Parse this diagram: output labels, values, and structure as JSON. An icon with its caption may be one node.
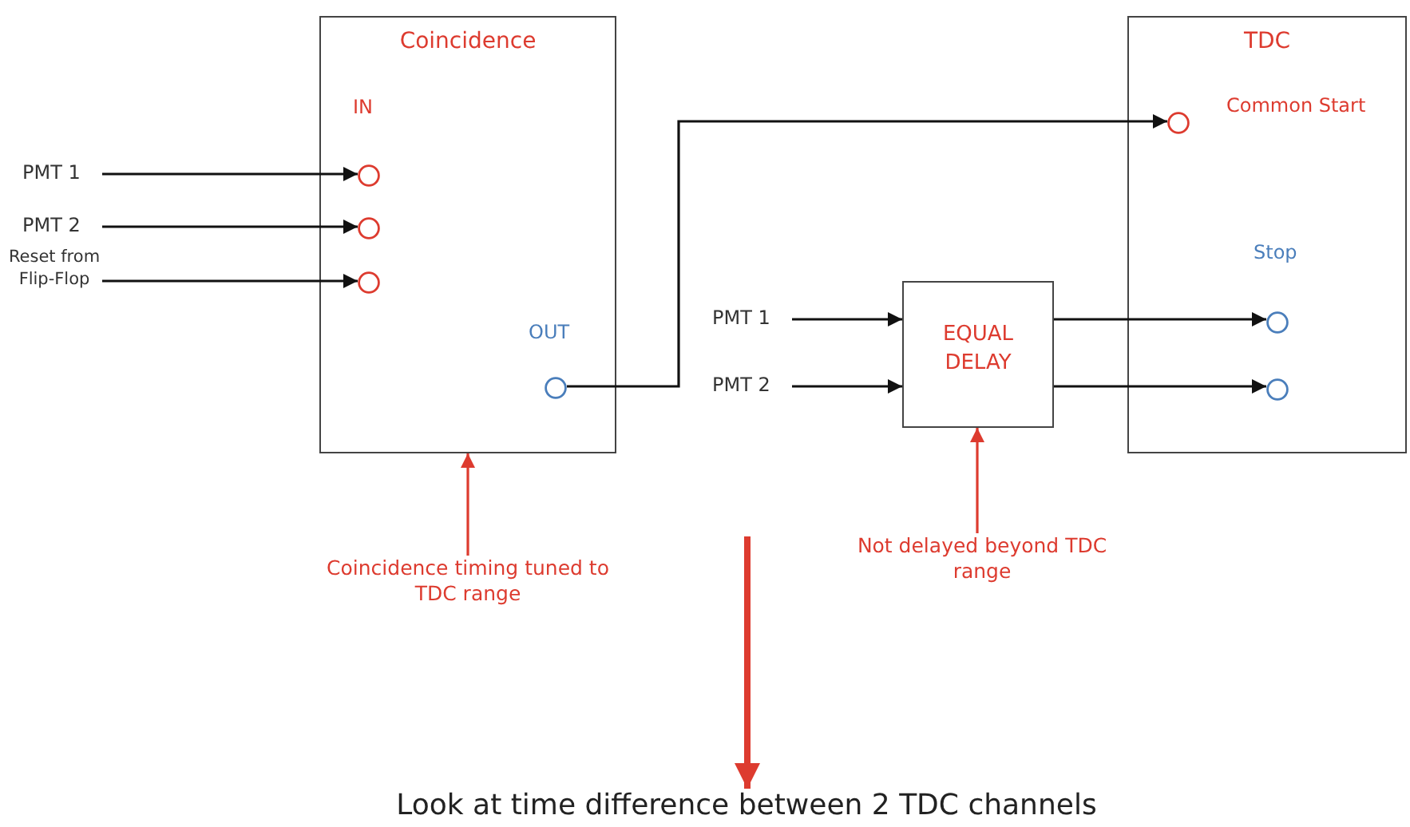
{
  "diagram": {
    "nodes": [
      {
        "text": [
          "Coincidence"
        ]
      },
      {
        "text": [],
        "shape": "circle",
        "in": 0
      },
      {
        "text": [],
        "shape": "circle",
        "in": 0
      },
      {
        "text": [],
        "shape": "circle",
        "in": 0
      },
      {
        "text": [],
        "shape": "circle",
        "in": 0
      },
      {
        "text": [
          "TDC"
        ]
      },
      {
        "text": [],
        "shape": "circle",
        "in": 5
      },
      {
        "text": [],
        "shape": "circle",
        "in": 5
      },
      {
        "text": [],
        "shape": "circle",
        "in": 5
      },
      {
        "text": [
          "EQUAL DELAY"
        ]
      },
      {
        "text": [
          "PMT 1"
        ]
      },
      {
        "text": [
          "PMT 2"
        ]
      },
      {
        "text": [
          "Reset from Flip-Flop"
        ]
      },
      {
        "text": [
          "PMT 1"
        ]
      },
      {
        "text": [
          "PMT 2"
        ]
      },
      {
        "text": [
          "Coincidence timing tuned to TDC range"
        ]
      },
      {
        "text": [
          "Not delayed beyond TDC range"
        ]
      },
      {
        "text": [
          "Look at time difference between 2 TDC channels"
        ]
      }
    ],
    "edges": [
      {
        "from": 10,
        "to": 1,
        "arrow": "to"
      },
      {
        "from": 11,
        "to": 2,
        "arrow": "to"
      },
      {
        "from": 12,
        "to": 3,
        "arrow": "to"
      },
      {
        "from": 4,
        "to": 6,
        "arrow": "to"
      },
      {
        "from": 13,
        "to": 9,
        "arrow": "to"
      },
      {
        "from": 14,
        "to": 9,
        "arrow": "to"
      },
      {
        "from": 9,
        "to": 7,
        "arrow": "to"
      },
      {
        "from": 9,
        "to": 8,
        "arrow": "to"
      },
      {
        "from": 15,
        "to": 0,
        "arrow": "to",
        "color": "#dd3b2f"
      },
      {
        "from": 16,
        "to": 9,
        "arrow": "to",
        "color": "#dd3b2f"
      },
      {
        "from": null,
        "to": 17,
        "arrow": "to",
        "style": "thick",
        "color": "#dd3b2f"
      }
    ],
    "labels": [
      "IN",
      "OUT",
      "Common Start",
      "Stop"
    ]
  }
}
